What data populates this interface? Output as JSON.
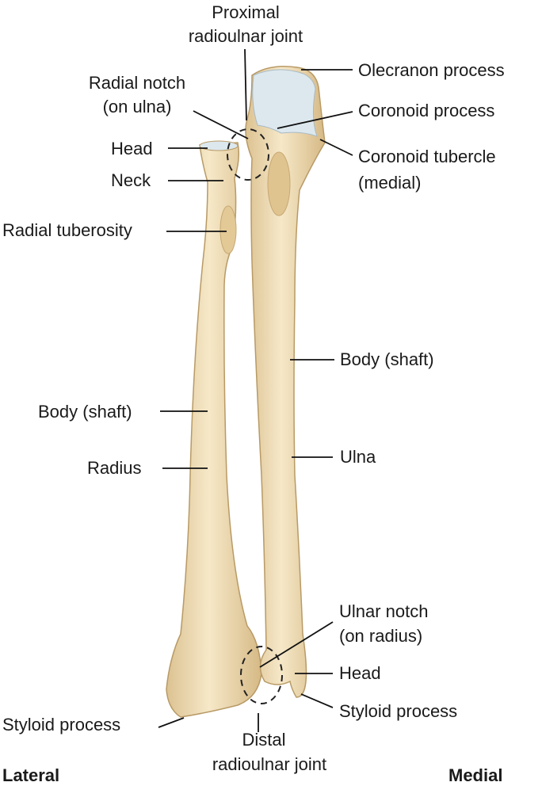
{
  "labels": {
    "proximal_joint_1": "Proximal",
    "proximal_joint_2": "radioulnar joint",
    "olecranon": "Olecranon process",
    "radial_notch_1": "Radial notch",
    "radial_notch_2": "(on ulna)",
    "coronoid_process": "Coronoid process",
    "head_radius": "Head",
    "coronoid_tubercle_1": "Coronoid tubercle",
    "coronoid_tubercle_2": "(medial)",
    "neck": "Neck",
    "radial_tuberosity": "Radial tuberosity",
    "body_ulna": "Body (shaft)",
    "body_radius": "Body (shaft)",
    "ulna": "Ulna",
    "radius": "Radius",
    "ulnar_notch_1": "Ulnar notch",
    "ulnar_notch_2": "(on radius)",
    "head_ulna": "Head",
    "styloid_ulna": "Styloid process",
    "styloid_radius": "Styloid process",
    "distal_joint_1": "Distal",
    "distal_joint_2": "radioulnar joint",
    "lateral": "Lateral",
    "medial": "Medial"
  },
  "colors": {
    "bone": "#efdcb4",
    "bone_shade": "#d9bf8e",
    "cartilage": "#d9e8f0",
    "outline": "#b89a66"
  }
}
